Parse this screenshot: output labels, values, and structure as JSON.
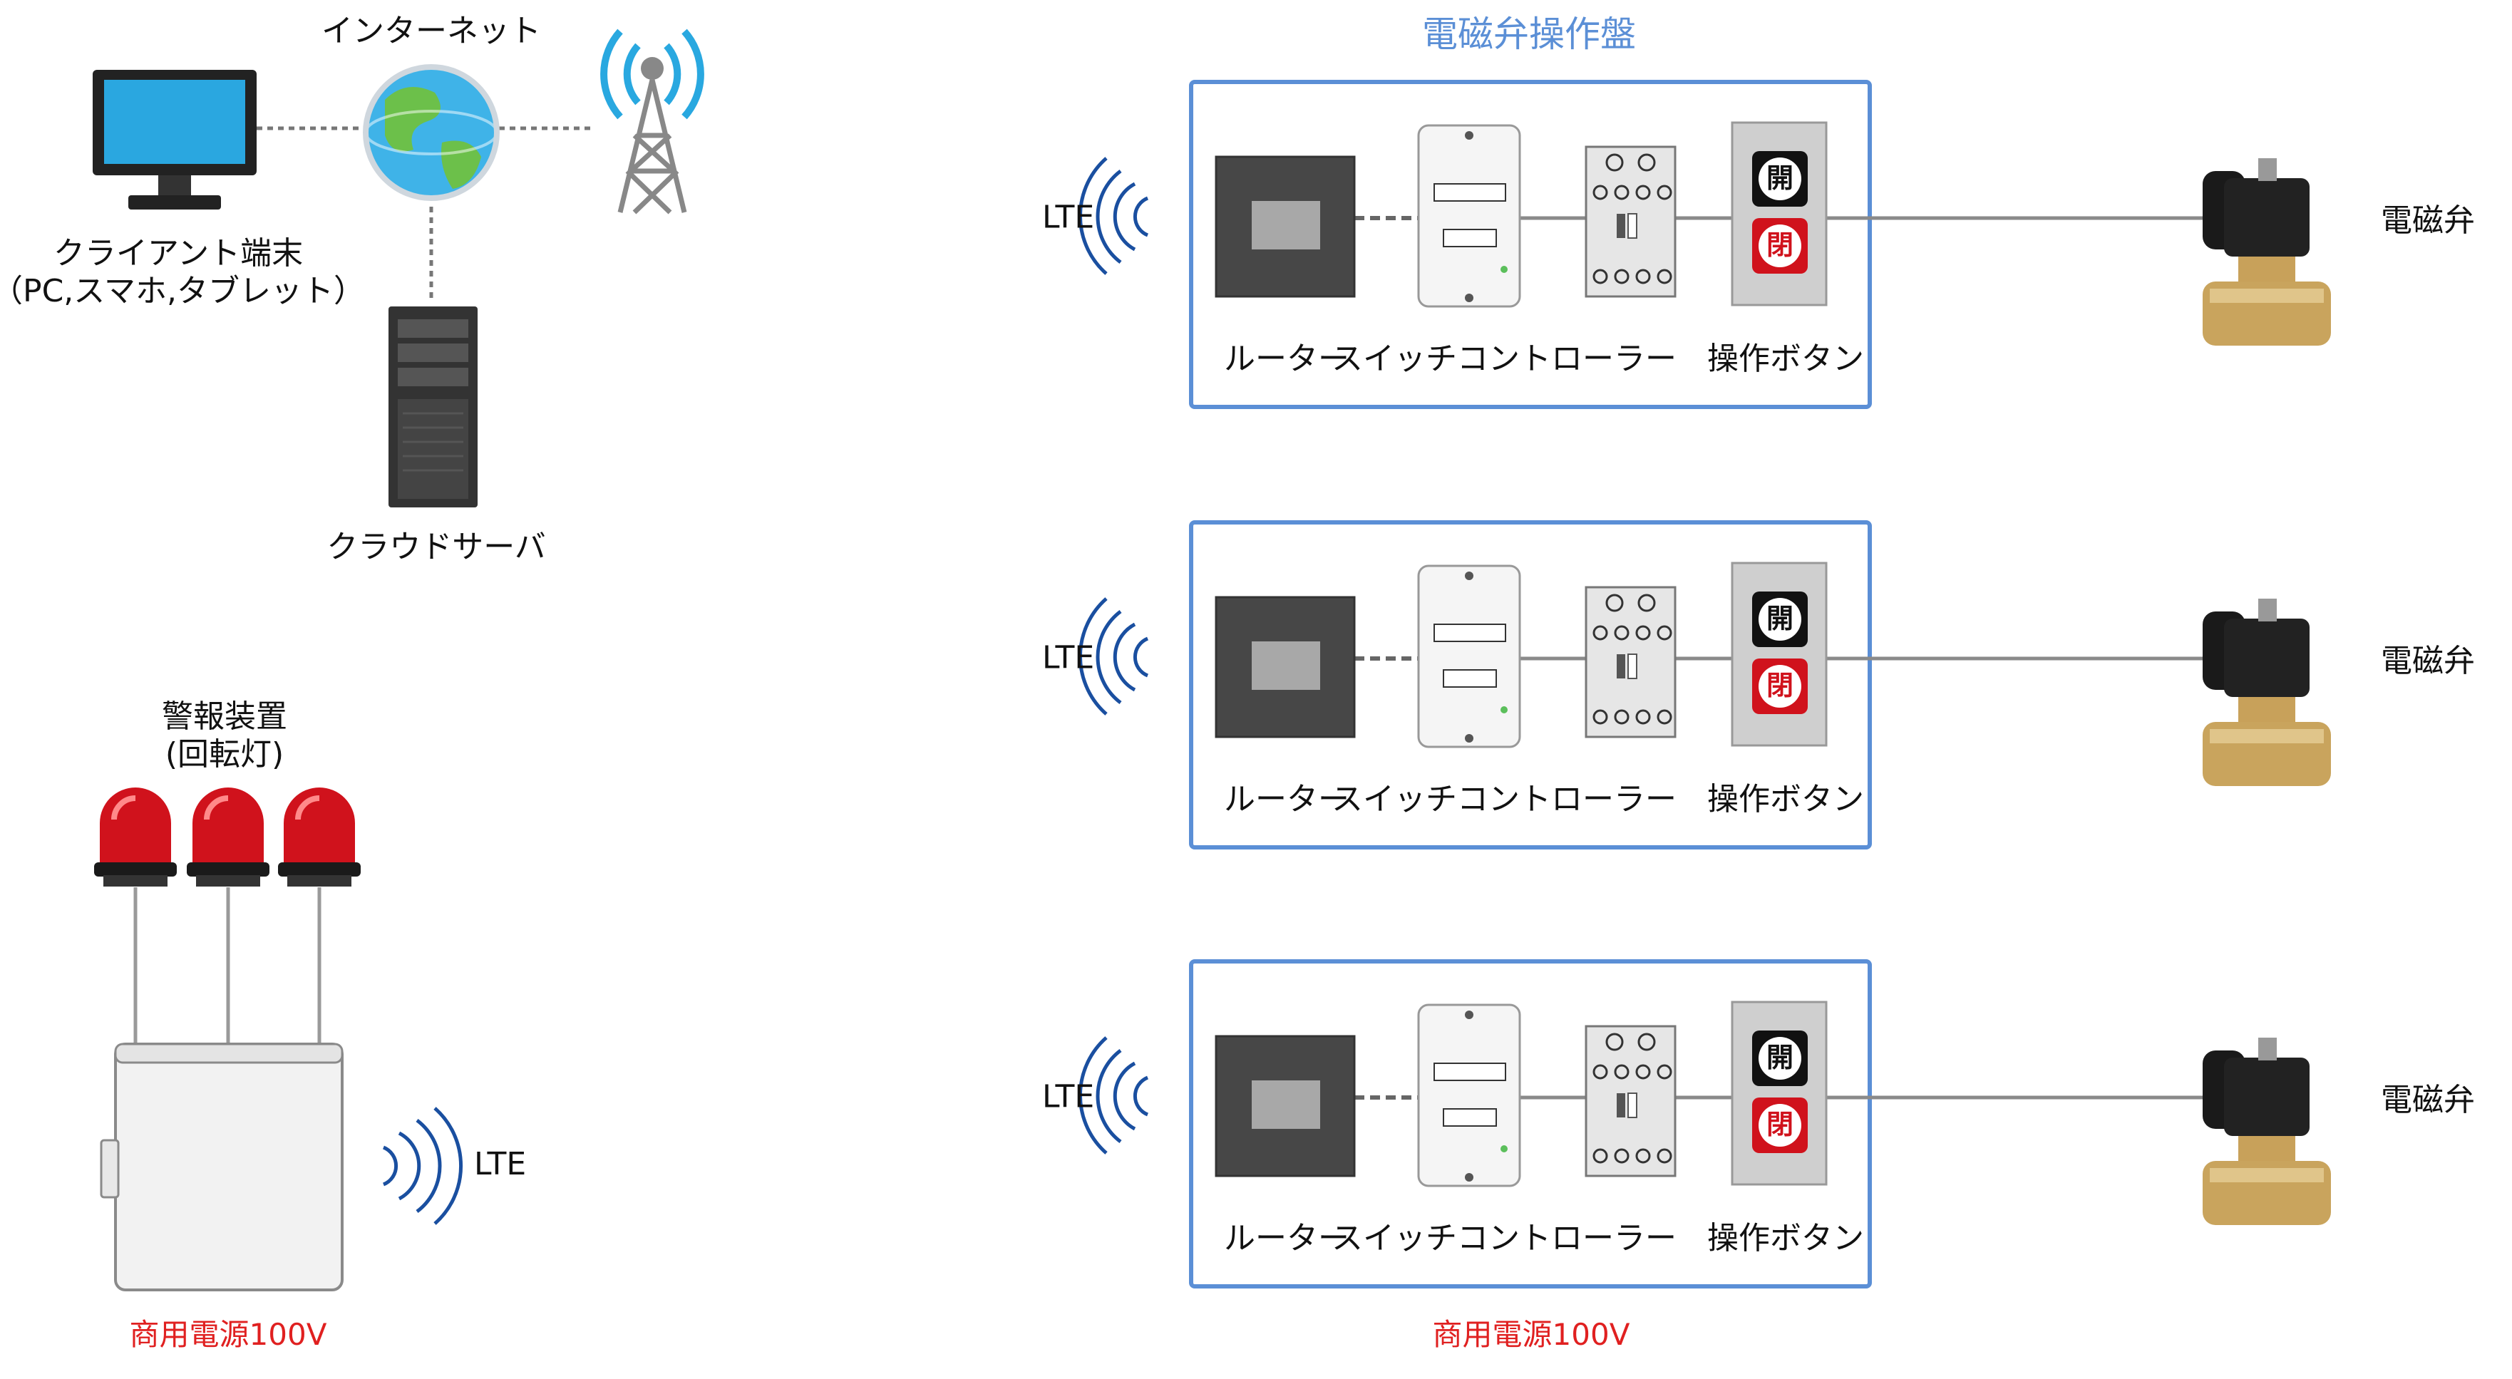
{
  "diagram": {
    "left": {
      "internet_label": "インターネット",
      "client_label_line1": "クライアント端末",
      "client_label_line2": "（PC,スマホ,タブレット）",
      "server_label": "クラウドサーバ",
      "alarm_label_line1": "警報装置",
      "alarm_label_line2": "(回転灯)",
      "alarm_lte_label": "LTE",
      "power_label": "商用電源100V"
    },
    "right": {
      "panel_title": "電磁弁操作盤",
      "power_label": "商用電源100V",
      "rows": [
        {
          "lte_label": "LTE",
          "router_label": "ルーター",
          "switch_label": "スイッチコントローラー",
          "button_label": "操作ボタン",
          "valve_label": "電磁弁",
          "open_text": "開",
          "close_text": "閉"
        },
        {
          "lte_label": "LTE",
          "router_label": "ルーター",
          "switch_label": "スイッチコントローラー",
          "button_label": "操作ボタン",
          "valve_label": "電磁弁",
          "open_text": "開",
          "close_text": "閉"
        },
        {
          "lte_label": "LTE",
          "router_label": "ルーター",
          "switch_label": "スイッチコントローラー",
          "button_label": "操作ボタン",
          "valve_label": "電磁弁",
          "open_text": "開",
          "close_text": "閉"
        }
      ]
    },
    "colors": {
      "panel_border": "#5b8fd6",
      "title_blue": "#5b8fd6",
      "power_red": "#e02020",
      "wave_blue": "#1a4fa0",
      "line_gray": "#8a8a8a",
      "lamp_red": "#d0121c"
    }
  }
}
